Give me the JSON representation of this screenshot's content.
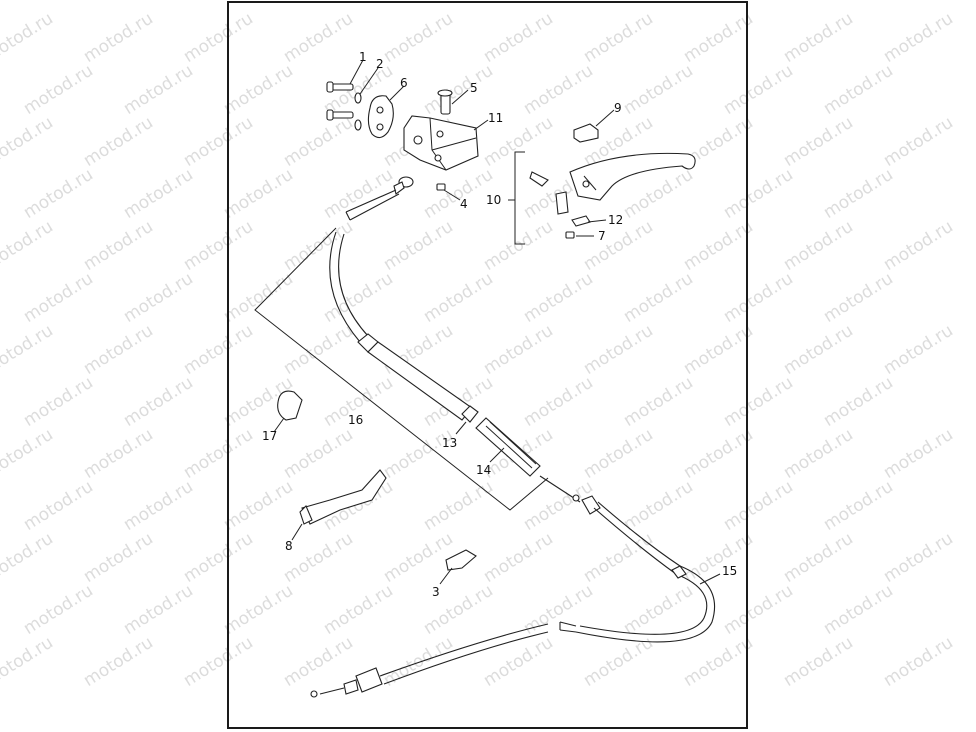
{
  "watermark": "motod.ru",
  "callouts": {
    "c1": "1",
    "c2": "2",
    "c3": "3",
    "c4": "4",
    "c5": "5",
    "c6": "6",
    "c7": "7",
    "c8": "8",
    "c9": "9",
    "c10": "10",
    "c11": "11",
    "c12": "12",
    "c13": "13",
    "c14": "14",
    "c15": "15",
    "c16": "16",
    "c17": "17"
  }
}
